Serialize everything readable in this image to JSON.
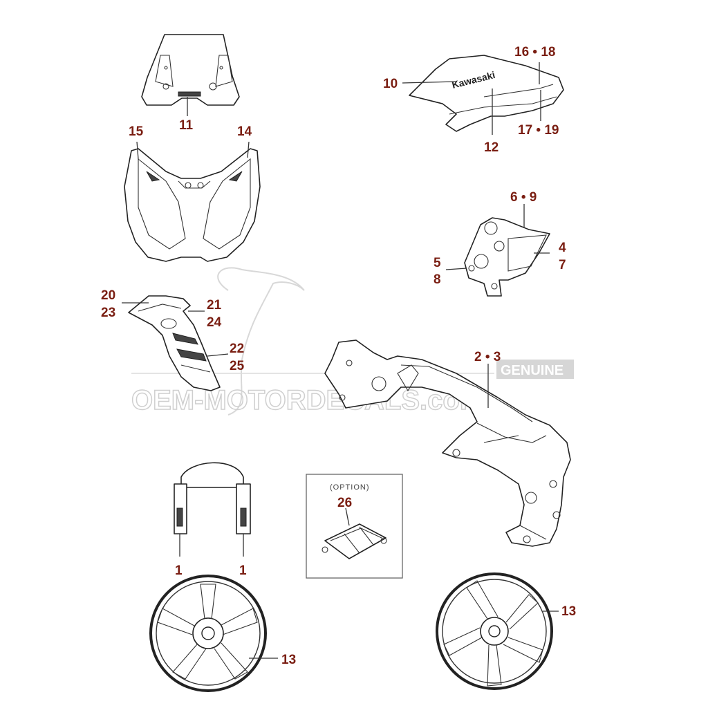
{
  "watermark": {
    "site": "OEM-MOTORDECALS.com",
    "badge": "GENUINE"
  },
  "option_box": {
    "label": "(OPTION)"
  },
  "callouts": {
    "c11": "11",
    "c15": "15",
    "c14": "14",
    "c10": "10",
    "c16_18": "16 • 18",
    "c12": "12",
    "c17_19": "17 • 19",
    "c6_9": "6 • 9",
    "c4": "4",
    "c7": "7",
    "c5": "5",
    "c8": "8",
    "c20": "20",
    "c23": "23",
    "c21": "21",
    "c24": "24",
    "c22": "22",
    "c25": "25",
    "c2_3": "2 • 3",
    "c26": "26",
    "c1_left": "1",
    "c1_right": "1",
    "c13_left": "13",
    "c13_right": "13"
  },
  "decal_text": {
    "tank_logo": "Kawasaki"
  },
  "colors": {
    "callout": "#7a1e12",
    "line": "#222222",
    "watermark": "#cfcfcf"
  }
}
